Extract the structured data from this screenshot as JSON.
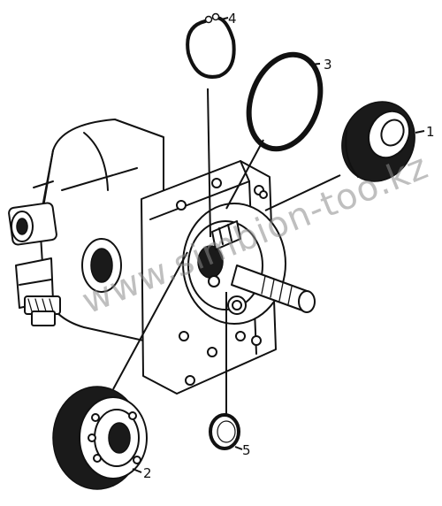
{
  "callouts": [
    "1",
    "2",
    "3",
    "4",
    "5"
  ],
  "watermark": "www.simbion-too.kz",
  "colors": {
    "ink": "#111111",
    "paper": "#ffffff",
    "watermark": "#8a8a8a"
  }
}
